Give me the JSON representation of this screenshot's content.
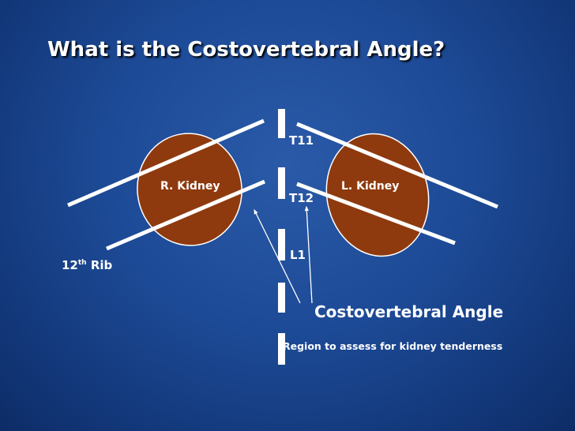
{
  "title": "What is the Costovertebral Angle?",
  "labels": {
    "t11": "T11",
    "t12": "T12",
    "l1": "L1",
    "r_kidney": "R. Kidney",
    "l_kidney": "L. Kidney",
    "rib_number": "12",
    "rib_suffix": "th",
    "rib_word": "Rib"
  },
  "callout": {
    "title": "Costovertebral Angle",
    "subtitle": "Region to assess for kidney tenderness"
  },
  "colors": {
    "background": "#1d4a96",
    "kidney_fill": "#8e3a0e",
    "line": "#ffffff"
  }
}
